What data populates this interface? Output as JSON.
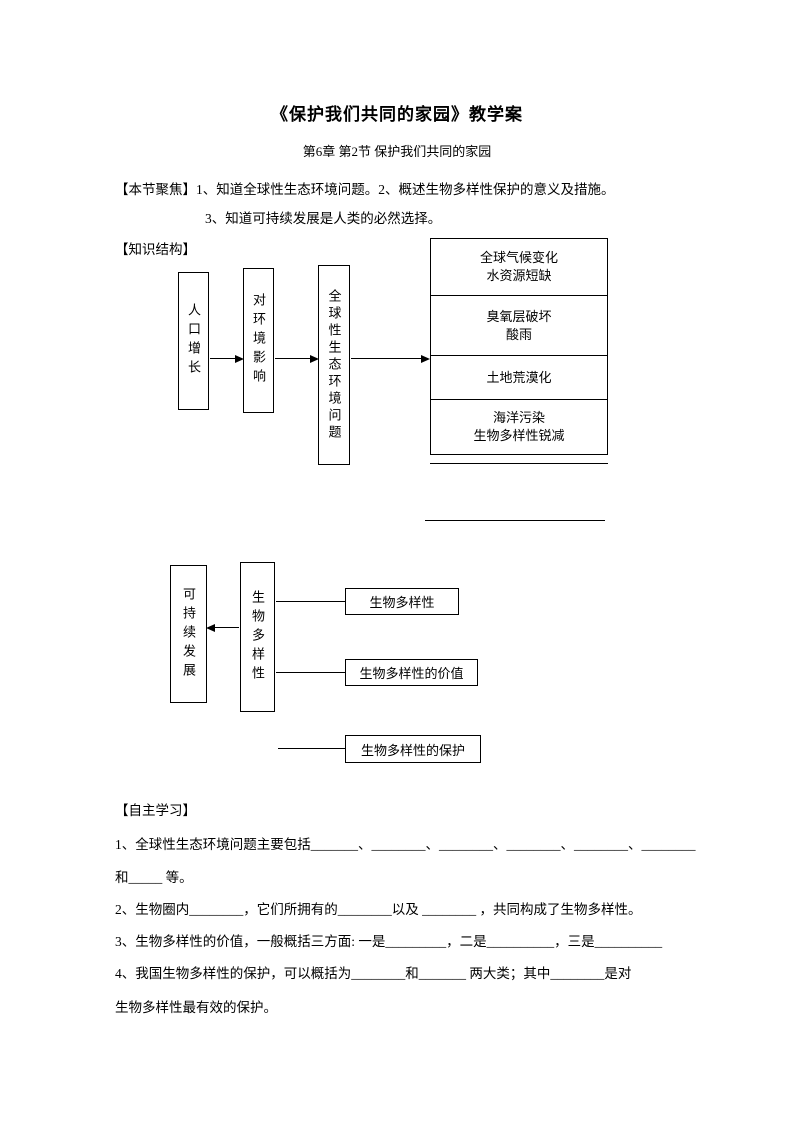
{
  "doc": {
    "title": "《保护我们共同的家园》教学案",
    "subtitle": "第6章  第2节  保护我们共同的家园"
  },
  "focus": {
    "label": "【本节聚焦】",
    "line1": "1、知道全球性生态环境问题。2、概述生物多样性保护的意义及措施。",
    "line2": "3、知道可持续发展是人类的必然选择。"
  },
  "structure": {
    "label": "【知识结构】",
    "flow1": {
      "population": "人口增长",
      "impact": "对环境影响",
      "global_issues": "全球性生态环境问题",
      "issue_rows": [
        {
          "line1": "全球气候变化",
          "line2": "水资源短缺"
        },
        {
          "line1": "臭氧层破坏",
          "line2": "酸雨"
        },
        {
          "line1": "土地荒漠化"
        },
        {
          "line1": "海洋污染",
          "line2": "生物多样性锐减"
        }
      ]
    },
    "flow2": {
      "sustainable": "可持续发展",
      "biodiversity": "生物多样性",
      "branch1": "生物多样性",
      "branch2": "生物多样性的价值",
      "branch3": "生物多样性的保护"
    }
  },
  "self_study": {
    "label": "【自主学习】",
    "q1_line1": "1、全球性生态环境问题主要包括_______、________、________、________、________、________",
    "q1_line2": "和_____ 等。",
    "q2": "2、生物圈内________，它们所拥有的________以及 ________ ，共同构成了生物多样性。",
    "q3": "3、生物多样性的价值，一般概括三方面: 一是_________，二是__________，三是__________",
    "q4_line1": "4、我国生物多样性的保护，可以概括为________和_______ 两大类；其中________是对",
    "q4_line2": "生物多样性最有效的保护。"
  }
}
